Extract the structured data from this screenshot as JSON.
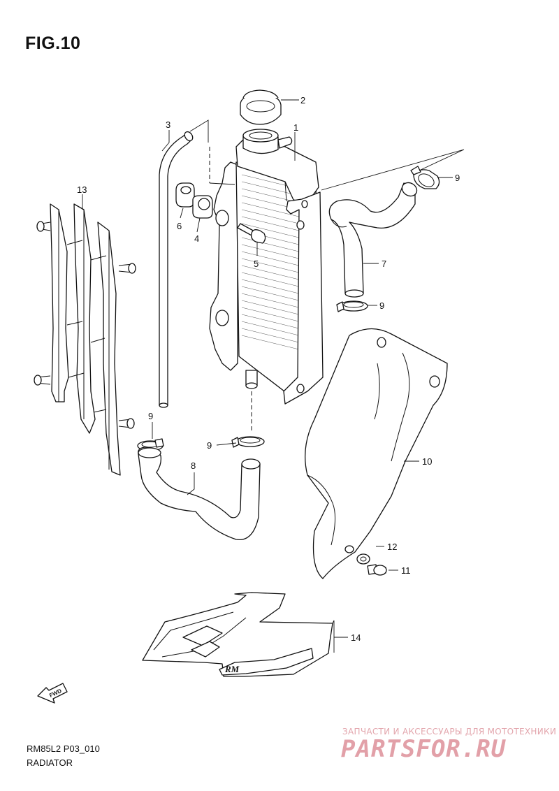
{
  "figure": {
    "title": "FIG.10",
    "code": "RM85L2 P03_010",
    "name": "RADIATOR"
  },
  "callouts": [
    {
      "num": "1"
    },
    {
      "num": "2"
    },
    {
      "num": "3"
    },
    {
      "num": "4"
    },
    {
      "num": "5"
    },
    {
      "num": "6"
    },
    {
      "num": "7"
    },
    {
      "num": "8"
    },
    {
      "num": "9"
    },
    {
      "num": "9"
    },
    {
      "num": "9"
    },
    {
      "num": "9"
    },
    {
      "num": "10"
    },
    {
      "num": "11"
    },
    {
      "num": "12"
    },
    {
      "num": "13"
    },
    {
      "num": "14"
    }
  ],
  "fwd_marker": "FWD",
  "decal": {
    "lettering": "RM"
  },
  "watermark": {
    "tagline": "ЗАПЧАСТИ И АКСЕССУАРЫ ДЛЯ МОТОТЕХНИКИ",
    "brand": "PARTSFOR.RU"
  }
}
